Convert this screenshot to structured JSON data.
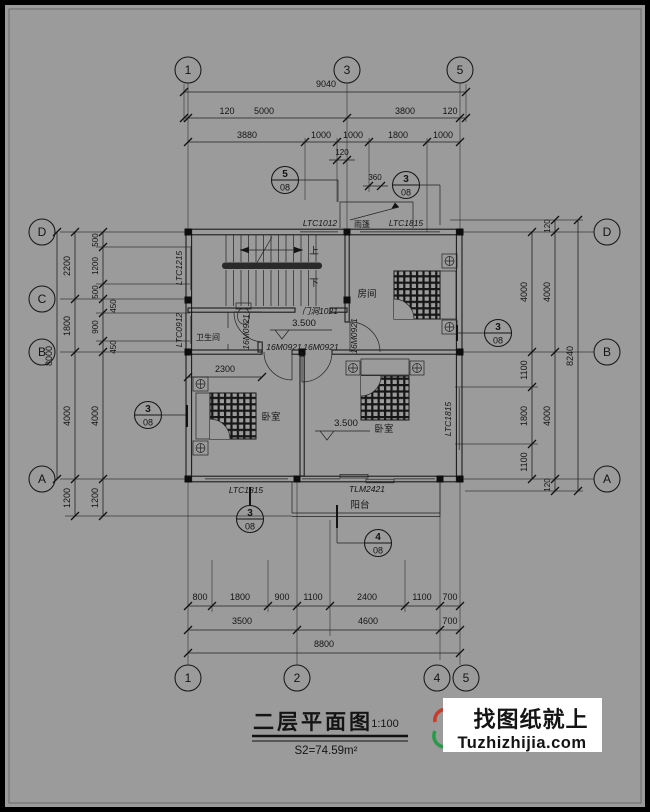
{
  "colors": {
    "background": "#9b9b9b",
    "line": "#1a1a1a",
    "watermark_bg": "#ffffff",
    "watermark_text": "#111111",
    "watermark_link": "#1414cf"
  },
  "axes": {
    "top": [
      "1",
      "3",
      "5"
    ],
    "bottom": [
      "1",
      "2",
      "4",
      "5"
    ],
    "left": [
      "D",
      "C",
      "B",
      "A"
    ],
    "right": [
      "D",
      "B",
      "A"
    ]
  },
  "dims": {
    "top_total": "9040",
    "top_row2": [
      "120",
      "5000",
      "3800",
      "120"
    ],
    "top_row3": [
      "3880",
      "1000",
      "1000",
      "1800",
      "1000"
    ],
    "grid3_wall": "120",
    "canopy_offset": "360",
    "left_total": "8000",
    "left_outer": [
      "2200",
      "1800",
      "4000",
      "1200"
    ],
    "left_inner": [
      "500",
      "1200",
      "500",
      "450",
      "900",
      "450",
      "4000",
      "1200"
    ],
    "right_inner": [
      "4000",
      "1100",
      "1800",
      "1100"
    ],
    "right_outer": [
      "120",
      "4000",
      "4000",
      "120"
    ],
    "right_total": "8240",
    "bottom_row1": [
      "800",
      "1800",
      "900",
      "1100",
      "2400",
      "1100",
      "700"
    ],
    "bottom_row2": [
      "3500",
      "4600",
      "700"
    ],
    "bottom_total": "8800",
    "bed_wall": "2300"
  },
  "openings": {
    "top_window1": "LTC1012",
    "canopy": "雨篷",
    "top_window2": "LTC1815",
    "left_window1": "LTC1215",
    "left_window2": "LTC0912",
    "right_window": "LTC1815",
    "bottom_window": "LTC1815",
    "balcony_door": "TLM2421",
    "door1": "16M0921",
    "door2": "16M0921",
    "door3": "16M0921",
    "door4": "16M0921",
    "door_opening": "门洞1021"
  },
  "rooms": {
    "room": "房间",
    "bathroom": "卫生间",
    "bedroom_left": "卧室",
    "bedroom_right": "卧室",
    "balcony": "阳台",
    "stair_up": "上",
    "stair_down": "下",
    "level_hall": "3.500",
    "level_bedroom": "3.500"
  },
  "details": {
    "d1": {
      "num": "5",
      "sheet": "08"
    },
    "d2": {
      "num": "3",
      "sheet": "08"
    },
    "d3": {
      "num": "3",
      "sheet": "08"
    },
    "d4": {
      "num": "3",
      "sheet": "08"
    },
    "d5": {
      "num": "3",
      "sheet": "08"
    },
    "d6": {
      "num": "4",
      "sheet": "08"
    }
  },
  "title_block": {
    "title": "二层平面图",
    "scale": "1:100",
    "area": "S2=74.59m²"
  },
  "watermark": {
    "line1": "找图纸就上",
    "line2": "Tuzhizhijia.com"
  }
}
